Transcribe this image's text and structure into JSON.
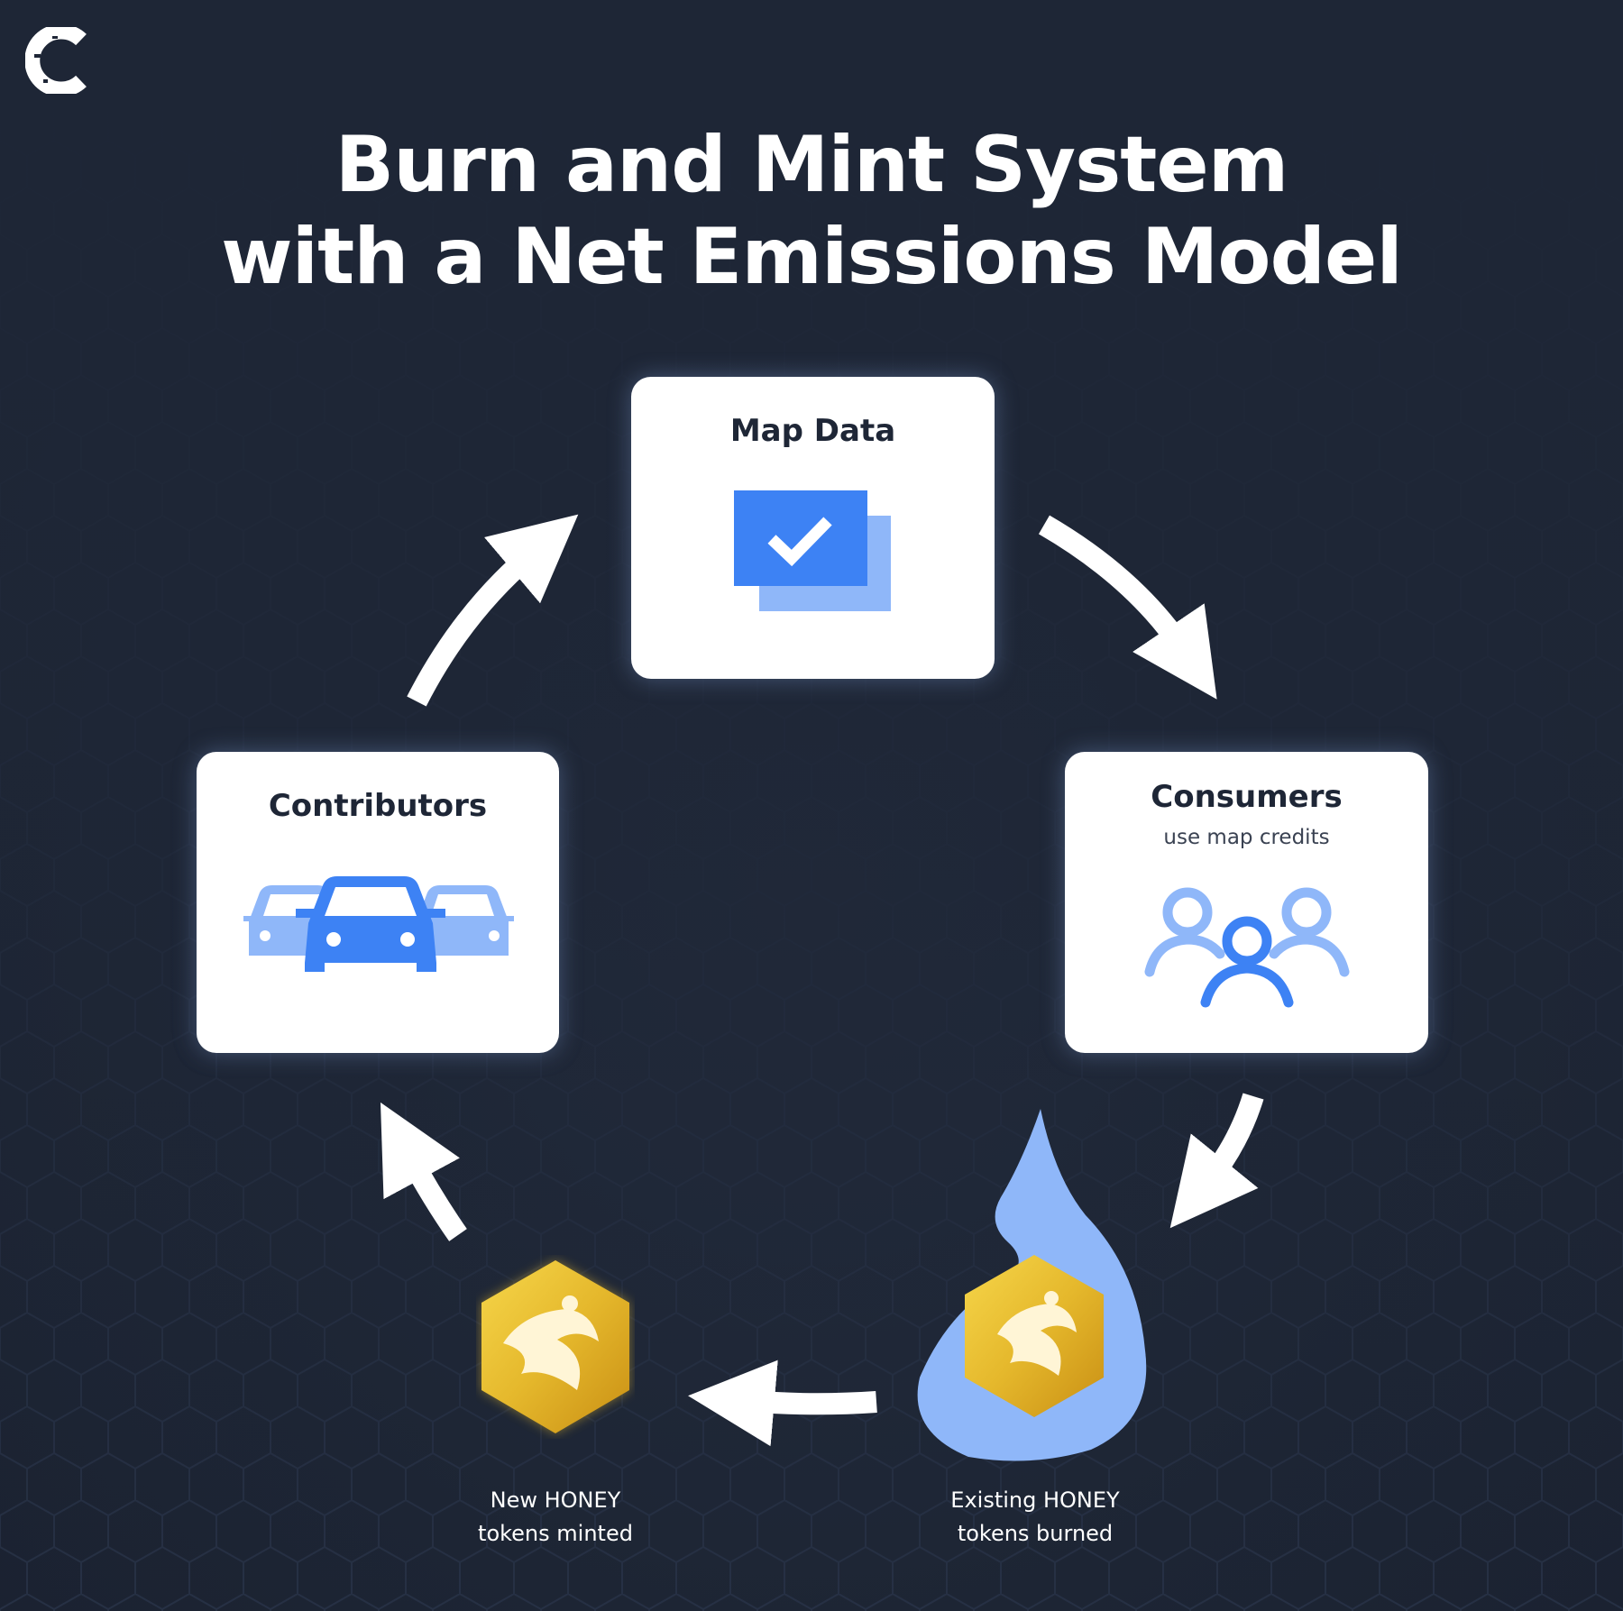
{
  "title": {
    "line1": "Burn and Mint System",
    "line2": "with a Net Emissions Model"
  },
  "nodes": {
    "map_data": {
      "label": "Map Data",
      "icon": "checkbox-stack-icon"
    },
    "consumers": {
      "label": "Consumers",
      "sublabel": "use map credits",
      "icon": "users-group-icon"
    },
    "contributors": {
      "label": "Contributors",
      "icon": "cars-icon"
    },
    "burned": {
      "line1": "Existing HONEY",
      "line2": "tokens burned",
      "icon": "honey-token-flame-icon"
    },
    "minted": {
      "line1": "New HONEY",
      "line2": "tokens minted",
      "icon": "honey-token-icon"
    }
  },
  "colors": {
    "background": "#1e2636",
    "card": "#ffffff",
    "accent_blue": "#3d82f4",
    "light_blue": "#8fb7f9",
    "gold": "#e5b82c"
  }
}
